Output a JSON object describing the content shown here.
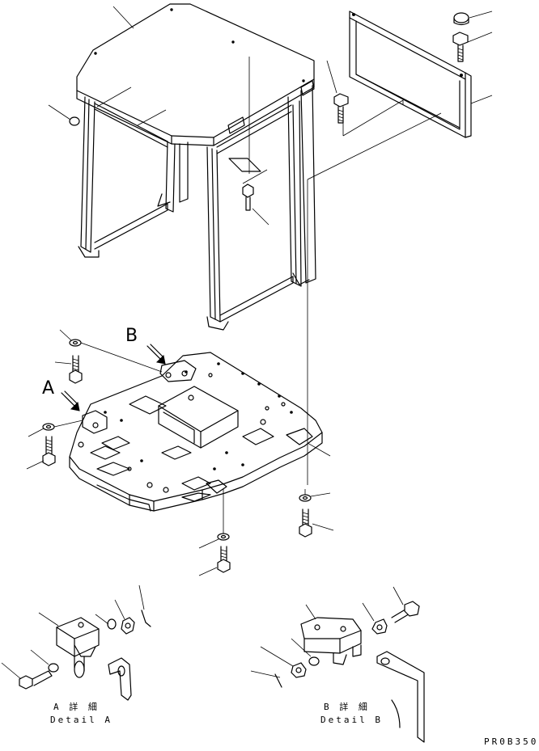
{
  "view_labels": {
    "a": "A",
    "b": "B"
  },
  "details": {
    "a": {
      "jp": "A 詳 細",
      "en": "Detail A"
    },
    "b": {
      "jp": "B 詳 細",
      "en": "Detail B"
    }
  },
  "drawing_code": "PR0B350"
}
